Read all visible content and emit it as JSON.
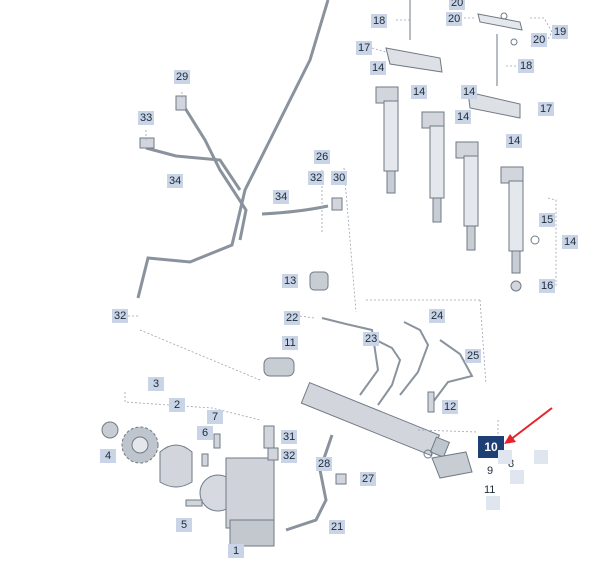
{
  "highlight": {
    "label": "10",
    "arrow_color": "#e8212b",
    "box_color": "#1e3f73"
  },
  "callouts": [
    {
      "id": "18a",
      "text": "18"
    },
    {
      "id": "20a",
      "text": "20"
    },
    {
      "id": "20b",
      "text": "20"
    },
    {
      "id": "19",
      "text": "19"
    },
    {
      "id": "20c",
      "text": "20"
    },
    {
      "id": "17a",
      "text": "17"
    },
    {
      "id": "18b",
      "text": "18"
    },
    {
      "id": "14a",
      "text": "14"
    },
    {
      "id": "14b",
      "text": "14"
    },
    {
      "id": "14c",
      "text": "14"
    },
    {
      "id": "17b",
      "text": "17"
    },
    {
      "id": "14d",
      "text": "14"
    },
    {
      "id": "14e",
      "text": "14"
    },
    {
      "id": "15",
      "text": "15"
    },
    {
      "id": "14f",
      "text": "14"
    },
    {
      "id": "16",
      "text": "16"
    },
    {
      "id": "29",
      "text": "29"
    },
    {
      "id": "33",
      "text": "33"
    },
    {
      "id": "26",
      "text": "26"
    },
    {
      "id": "34a",
      "text": "34"
    },
    {
      "id": "32a",
      "text": "32"
    },
    {
      "id": "30",
      "text": "30"
    },
    {
      "id": "34b",
      "text": "34"
    },
    {
      "id": "13",
      "text": "13"
    },
    {
      "id": "22",
      "text": "22"
    },
    {
      "id": "24",
      "text": "24"
    },
    {
      "id": "32b",
      "text": "32"
    },
    {
      "id": "23",
      "text": "23"
    },
    {
      "id": "11a",
      "text": "11"
    },
    {
      "id": "25",
      "text": "25"
    },
    {
      "id": "3",
      "text": "3"
    },
    {
      "id": "12",
      "text": "12"
    },
    {
      "id": "2",
      "text": "2"
    },
    {
      "id": "7",
      "text": "7"
    },
    {
      "id": "6",
      "text": "6"
    },
    {
      "id": "31",
      "text": "31"
    },
    {
      "id": "4",
      "text": "4"
    },
    {
      "id": "32c",
      "text": "32"
    },
    {
      "id": "28",
      "text": "28"
    },
    {
      "id": "27",
      "text": "27"
    },
    {
      "id": "5",
      "text": "5"
    },
    {
      "id": "21",
      "text": "21"
    },
    {
      "id": "1",
      "text": "1"
    }
  ],
  "plain_labels": [
    {
      "id": "8",
      "text": "8"
    },
    {
      "id": "9",
      "text": "9"
    },
    {
      "id": "11b",
      "text": "11"
    }
  ]
}
